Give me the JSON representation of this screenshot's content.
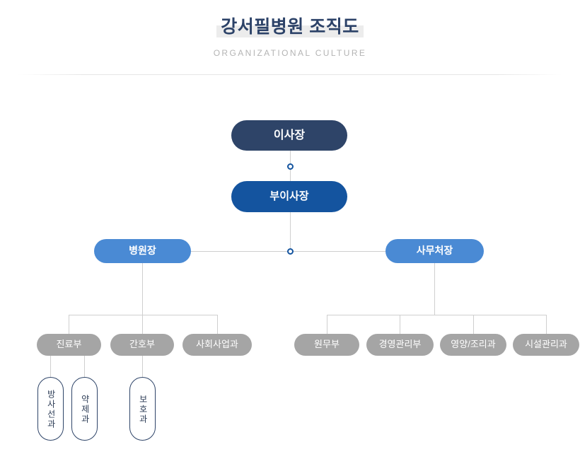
{
  "header": {
    "title": "강서필병원 조직도",
    "subtitle": "ORGANIZATIONAL CULTURE"
  },
  "colors": {
    "level1": "#2e4468",
    "level2": "#14549f",
    "level3": "#4a8ad4",
    "level4": "#a5a5a5",
    "level5_border": "#2e4468",
    "connector": "#cfcfcf",
    "node_ring": "#14549f",
    "title_text": "#2c4268",
    "title_band": "#ececec",
    "subtitle_text": "#b4b4b4"
  },
  "chart_data": {
    "type": "diagram",
    "title": "강서필병원 조직도",
    "subtitle": "ORGANIZATIONAL CULTURE",
    "orientation": "top-down",
    "levels": 5,
    "nodes": [
      {
        "id": "n1",
        "label": "이사장",
        "level": 1,
        "parent": null
      },
      {
        "id": "n2",
        "label": "부이사장",
        "level": 2,
        "parent": "n1"
      },
      {
        "id": "n3",
        "label": "병원장",
        "level": 3,
        "parent": "n2"
      },
      {
        "id": "n4",
        "label": "사무처장",
        "level": 3,
        "parent": "n2"
      },
      {
        "id": "n5",
        "label": "진료부",
        "level": 4,
        "parent": "n3"
      },
      {
        "id": "n6",
        "label": "간호부",
        "level": 4,
        "parent": "n3"
      },
      {
        "id": "n7",
        "label": "사회사업과",
        "level": 4,
        "parent": "n3"
      },
      {
        "id": "n8",
        "label": "원무부",
        "level": 4,
        "parent": "n4"
      },
      {
        "id": "n9",
        "label": "경영관리부",
        "level": 4,
        "parent": "n4"
      },
      {
        "id": "n10",
        "label": "영양/조리과",
        "level": 4,
        "parent": "n4"
      },
      {
        "id": "n11",
        "label": "시설관리과",
        "level": 4,
        "parent": "n4"
      },
      {
        "id": "n12",
        "label": "방사선과",
        "level": 5,
        "parent": "n5"
      },
      {
        "id": "n13",
        "label": "약제과",
        "level": 5,
        "parent": "n5"
      },
      {
        "id": "n14",
        "label": "보호과",
        "level": 5,
        "parent": "n6"
      }
    ]
  },
  "org": {
    "level1": {
      "label": "이사장"
    },
    "level2": {
      "label": "부이사장"
    },
    "level3": [
      {
        "label": "병원장"
      },
      {
        "label": "사무처장"
      }
    ],
    "level4_left": [
      {
        "label": "진료부"
      },
      {
        "label": "간호부"
      },
      {
        "label": "사회사업과"
      }
    ],
    "level4_right": [
      {
        "label": "원무부"
      },
      {
        "label": "경영관리부"
      },
      {
        "label": "영양/조리과"
      },
      {
        "label": "시설관리과"
      }
    ],
    "level5": [
      {
        "label": "방사선과"
      },
      {
        "label": "약제과"
      },
      {
        "label": "보호과"
      }
    ]
  }
}
